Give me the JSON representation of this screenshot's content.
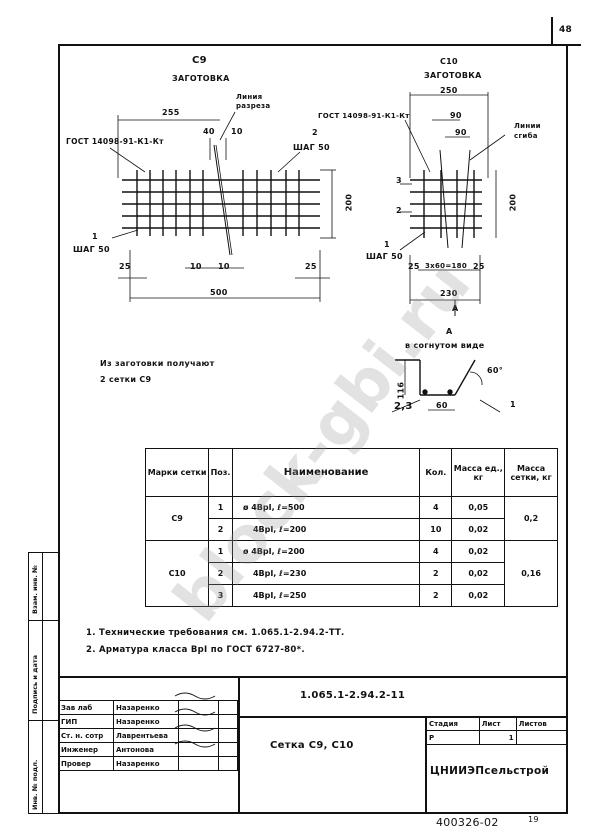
{
  "page_number": "48",
  "c9": {
    "title": "С9",
    "subtitle": "ЗАГОТОВКА",
    "gost": "ГОСТ 14098-91-К1-Кт",
    "cut_line": "Линия\nразреза",
    "d_255": "255",
    "d_40": "40",
    "d_10": "10",
    "pos2": "2",
    "step50_top": "ШАГ 50",
    "pos1": "1",
    "step50_bottom": "ШАГ 50",
    "d_200": "200",
    "d_25_left": "25",
    "d_10_b1": "10",
    "d_10_b2": "10",
    "d_25_right": "25",
    "d_500": "500"
  },
  "c10": {
    "title": "С10",
    "subtitle": "ЗАГОТОВКА",
    "d_250": "250",
    "gost": "ГОСТ 14098-91-К1-Кт",
    "d_90a": "90",
    "d_90b": "90",
    "fold_line": "Линии\nсгиба",
    "pos3": "3",
    "pos2": "2",
    "pos1": "1",
    "step50": "ШАГ 50",
    "d_200": "200",
    "d_25_left": "25",
    "d_3x60": "3х60=180",
    "d_25_right": "25",
    "d_230": "230",
    "section_mark": "А"
  },
  "detail": {
    "mark": "А",
    "title": "в согнутом виде",
    "d_116": "116",
    "d_60": "60",
    "angle": "60°",
    "pos23": "2,3",
    "pos1": "1"
  },
  "note_blank": "Из заготовки получают\n2 сетки С9",
  "spec": {
    "headers": [
      "Марки сетки",
      "Поз.",
      "Наименование",
      "Кол.",
      "Масса ед., кг",
      "Масса сетки, кг"
    ],
    "rows": [
      {
        "mark": "С9",
        "pos": "1",
        "name": "ø 4ВрI,   ℓ=500",
        "qty": "4",
        "mass": "0,05",
        "total": "0,2"
      },
      {
        "mark": "",
        "pos": "2",
        "name": "4ВрI,   ℓ=200",
        "qty": "10",
        "mass": "0,02",
        "total": ""
      },
      {
        "mark": "С10",
        "pos": "1",
        "name": "ø 4ВрI,   ℓ=200",
        "qty": "4",
        "mass": "0,02",
        "total": "0,16"
      },
      {
        "mark": "",
        "pos": "2",
        "name": "4ВрI,   ℓ=230",
        "qty": "2",
        "mass": "0,02",
        "total": ""
      },
      {
        "mark": "",
        "pos": "3",
        "name": "4ВрI,   ℓ=250",
        "qty": "2",
        "mass": "0,02",
        "total": ""
      }
    ]
  },
  "notes": [
    "1. Технические требования см. 1.065.1-2.94.2-ТТ.",
    "2. Арматура класса ВрI по ГОСТ 6727-80*."
  ],
  "side_labels": [
    "Взам. инв. №",
    "Подпись и дата",
    "Инв. № подл."
  ],
  "stamp": {
    "code": "1.065.1-2.94.2-11",
    "roles": [
      "Зав лаб",
      "ГИП",
      "Ст. н. сотр",
      "Инженер",
      "Провер"
    ],
    "names": [
      "Назаренко",
      "Назаренко",
      "Лаврентьева",
      "Антонова",
      "Назаренко"
    ],
    "doc_title": "Сетка С9, С10",
    "stage_label": "Стадия",
    "sheet_label": "Лист",
    "sheets_label": "Листов",
    "stage": "Р",
    "sheet": "1",
    "org": "ЦНИИЭПсельстрой"
  },
  "bottom_code": "400326-02",
  "bottom_num": "19",
  "watermark": "block-gbi.ru"
}
